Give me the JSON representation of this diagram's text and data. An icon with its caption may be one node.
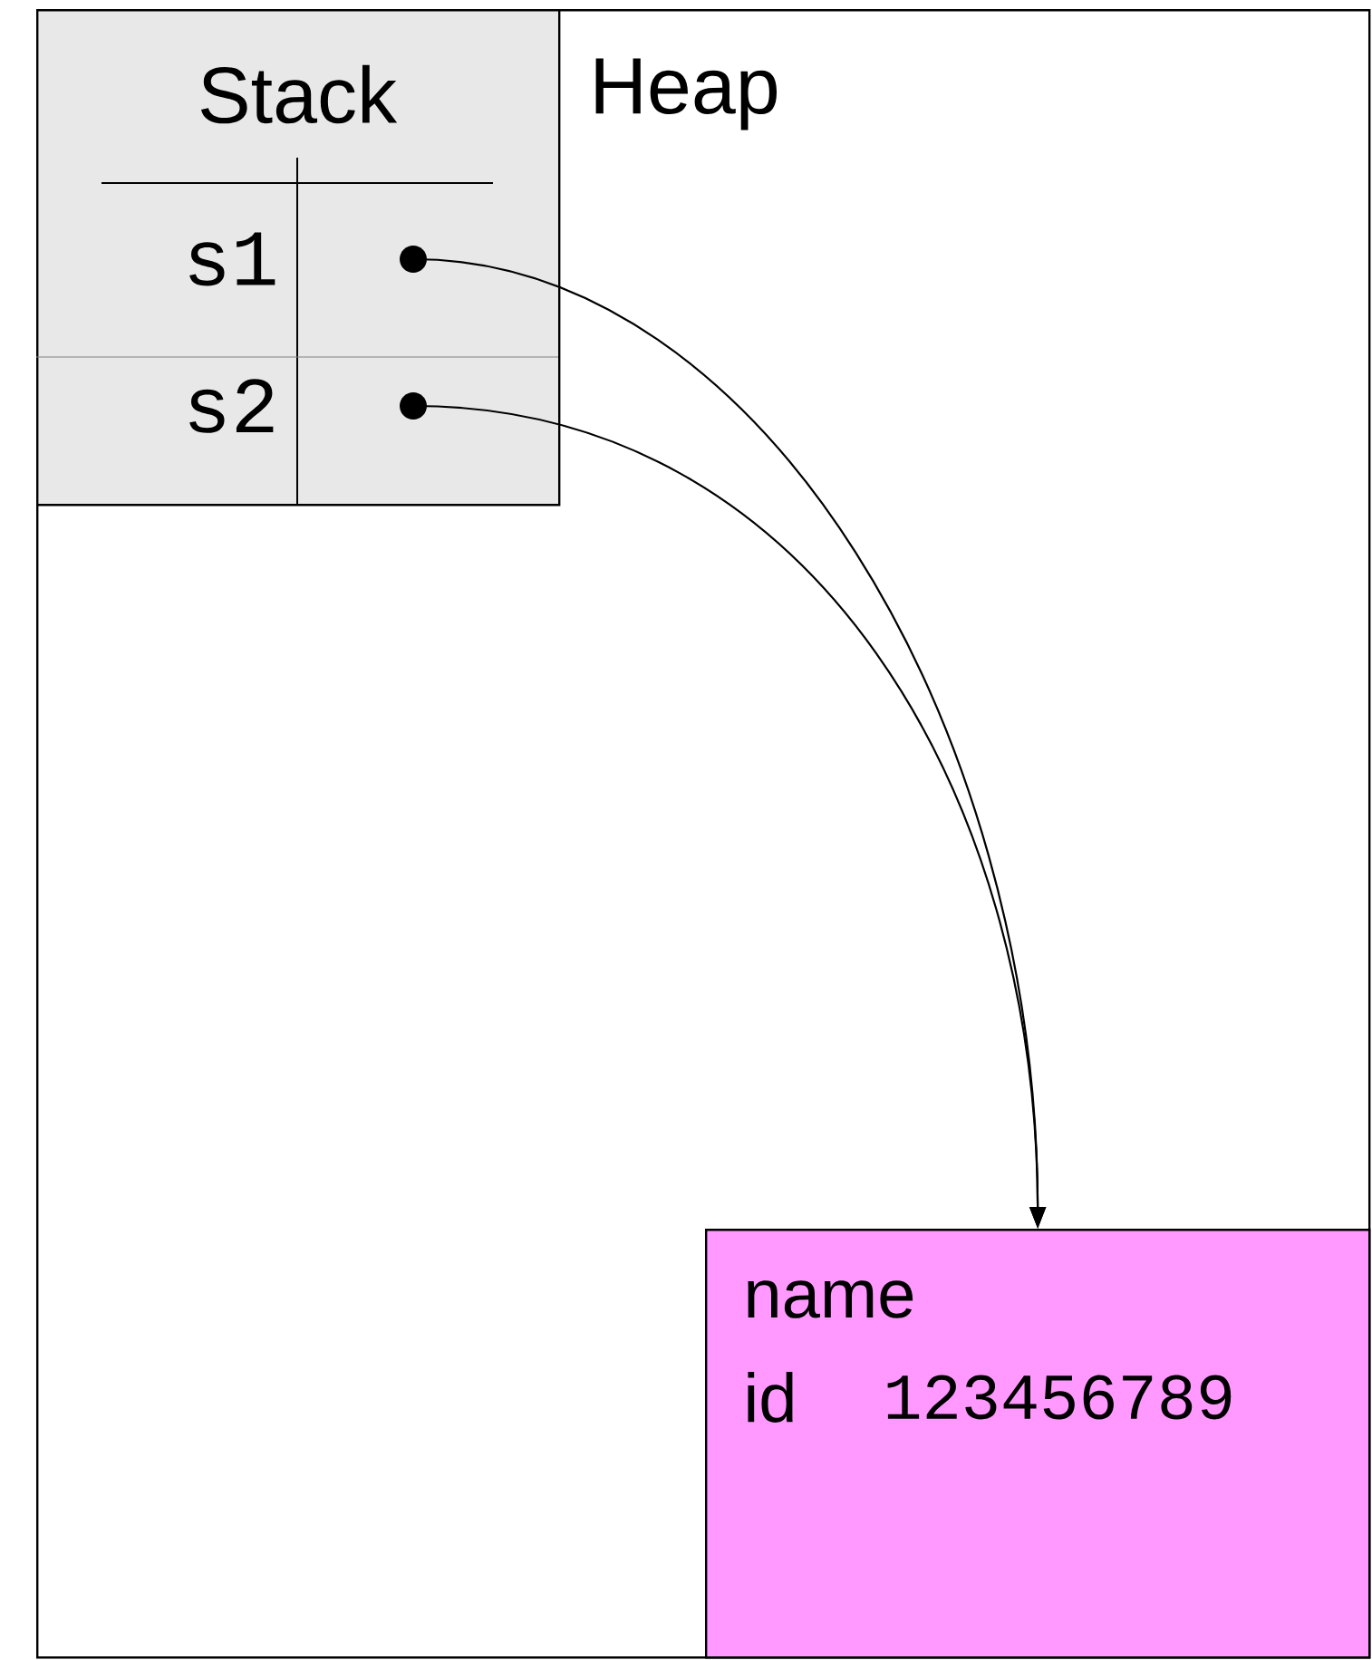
{
  "diagram": {
    "nodes": [
      {
        "text": [
          "Heap"
        ]
      },
      {
        "text": [
          "Stack"
        ],
        "in": 0
      },
      {
        "text": [
          "s1"
        ],
        "in": 1
      },
      {
        "text": [],
        "shape": "circle",
        "in": 1
      },
      {
        "text": [
          "s2"
        ],
        "in": 1
      },
      {
        "text": [],
        "shape": "circle",
        "in": 1
      },
      {
        "text": [
          "name",
          "id",
          "123456789"
        ],
        "in": 0
      }
    ],
    "edges": [
      {
        "from": 3,
        "to": 6,
        "arrow": "to"
      },
      {
        "from": 5,
        "to": 6,
        "arrow": "to"
      }
    ]
  }
}
